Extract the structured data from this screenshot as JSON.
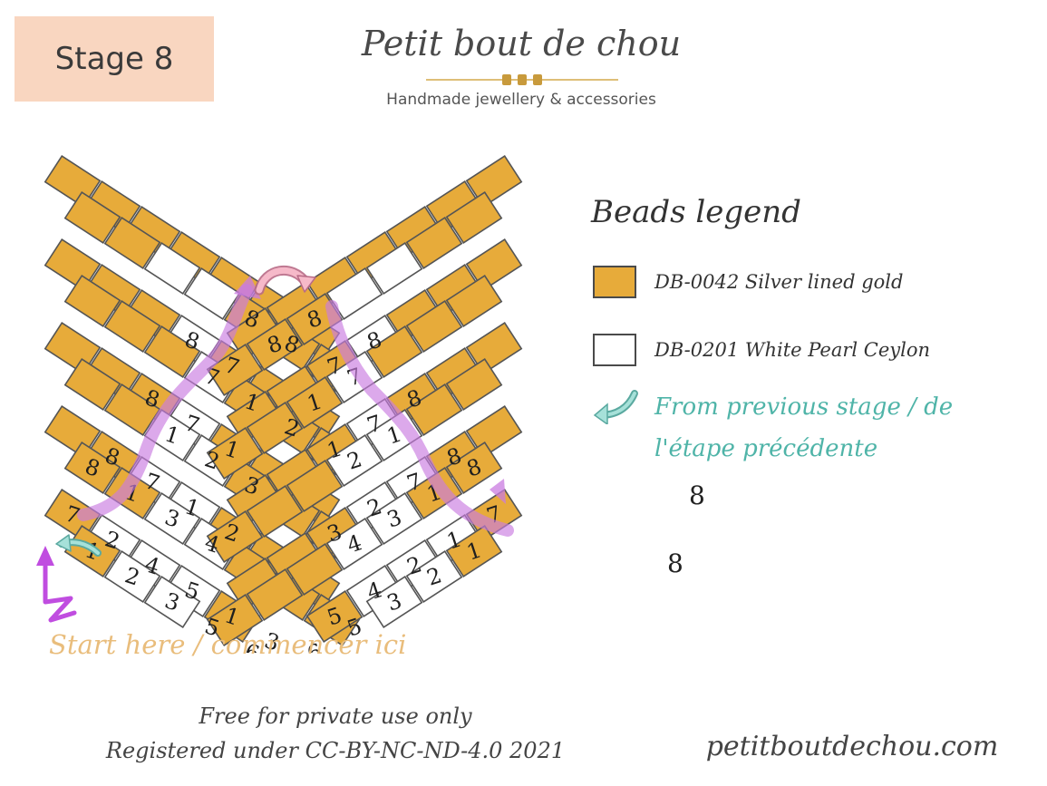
{
  "header": {
    "stage_label": "Stage 8",
    "brand_name": "Petit bout de chou",
    "brand_tagline": "Handmade jewellery & accessories"
  },
  "colors": {
    "gold": "#e7ab3a",
    "white": "#ffffff",
    "outline": "#555555",
    "path_purple": "#c97be0",
    "from_arrow": "#6cc3b8",
    "start_arrow": "#c04de0",
    "turn_arrow": "#f6b9c9",
    "accent_teal": "#4fb4a8",
    "start_text": "#e9bd7c"
  },
  "legend": {
    "title": "Beads legend",
    "items": [
      {
        "code": "DB-0042 Silver lined gold",
        "color": "#e7ab3a"
      },
      {
        "code": "DB-0201 White Pearl Ceylon",
        "color": "#ffffff"
      }
    ],
    "from_previous": "From previous stage / de l'étape précédente"
  },
  "loose_numbers": [
    "8",
    "8"
  ],
  "start_note": "Start here / commencer ici",
  "footer": {
    "line1": "Free for private use only",
    "line2": "Registered under CC-BY-NC-ND-4.0 2021",
    "website": "petitboutdechou.com"
  },
  "diagram_labels": {
    "left": [
      {
        "row": 9,
        "col": 0,
        "t": "1"
      },
      {
        "row": 9,
        "col": 1,
        "t": "2"
      },
      {
        "row": 9,
        "col": 2,
        "t": "3"
      },
      {
        "row": 9,
        "col": 3,
        "t": "5"
      },
      {
        "row": 9,
        "col": 4,
        "t": "6"
      },
      {
        "row": 8,
        "col": 0,
        "t": "7"
      },
      {
        "row": 8,
        "col": 1,
        "t": "2"
      },
      {
        "row": 8,
        "col": 2,
        "t": "4"
      },
      {
        "row": 8,
        "col": 3,
        "t": "5"
      },
      {
        "row": 8,
        "col": 4,
        "t": "1"
      },
      {
        "row": 8,
        "col": 5,
        "t": "3"
      },
      {
        "row": 7,
        "col": 0,
        "t": "8"
      },
      {
        "row": 7,
        "col": 1,
        "t": "1"
      },
      {
        "row": 7,
        "col": 2,
        "t": "3"
      },
      {
        "row": 7,
        "col": 3,
        "t": "4"
      },
      {
        "row": 6,
        "col": 1,
        "t": "8"
      },
      {
        "row": 6,
        "col": 2,
        "t": "7"
      },
      {
        "row": 6,
        "col": 3,
        "t": "1"
      },
      {
        "row": 6,
        "col": 4,
        "t": "2"
      },
      {
        "row": 5,
        "col": 2,
        "t": "1"
      },
      {
        "row": 5,
        "col": 3,
        "t": "2"
      },
      {
        "row": 5,
        "col": 4,
        "t": "3"
      },
      {
        "row": 4,
        "col": 2,
        "t": "8"
      },
      {
        "row": 4,
        "col": 3,
        "t": "7"
      },
      {
        "row": 4,
        "col": 4,
        "t": "1"
      },
      {
        "row": 3,
        "col": 3,
        "t": "7"
      },
      {
        "row": 3,
        "col": 4,
        "t": "1"
      },
      {
        "row": 3,
        "col": 5,
        "t": "2"
      },
      {
        "row": 2,
        "col": 3,
        "t": "8"
      },
      {
        "row": 2,
        "col": 4,
        "t": "7"
      },
      {
        "row": 1,
        "col": 4,
        "t": "8"
      },
      {
        "row": 1,
        "col": 5,
        "t": "8"
      }
    ],
    "right": [
      {
        "row": 9,
        "col": 0,
        "t": "1"
      },
      {
        "row": 9,
        "col": 1,
        "t": "2"
      },
      {
        "row": 9,
        "col": 2,
        "t": "3"
      },
      {
        "row": 9,
        "col": 3,
        "t": "5"
      },
      {
        "row": 9,
        "col": 4,
        "t": "6"
      },
      {
        "row": 8,
        "col": 0,
        "t": "7"
      },
      {
        "row": 8,
        "col": 1,
        "t": "1"
      },
      {
        "row": 8,
        "col": 2,
        "t": "2"
      },
      {
        "row": 8,
        "col": 3,
        "t": "4"
      },
      {
        "row": 8,
        "col": 4,
        "t": "5"
      },
      {
        "row": 7,
        "col": 0,
        "t": "8"
      },
      {
        "row": 7,
        "col": 1,
        "t": "1"
      },
      {
        "row": 7,
        "col": 2,
        "t": "3"
      },
      {
        "row": 7,
        "col": 3,
        "t": "4"
      },
      {
        "row": 6,
        "col": 1,
        "t": "8"
      },
      {
        "row": 6,
        "col": 2,
        "t": "7"
      },
      {
        "row": 6,
        "col": 3,
        "t": "2"
      },
      {
        "row": 6,
        "col": 4,
        "t": "3"
      },
      {
        "row": 5,
        "col": 2,
        "t": "1"
      },
      {
        "row": 5,
        "col": 3,
        "t": "2"
      },
      {
        "row": 4,
        "col": 2,
        "t": "8"
      },
      {
        "row": 4,
        "col": 3,
        "t": "7"
      },
      {
        "row": 4,
        "col": 4,
        "t": "1"
      },
      {
        "row": 3,
        "col": 3,
        "t": "7"
      },
      {
        "row": 3,
        "col": 4,
        "t": "1"
      },
      {
        "row": 2,
        "col": 3,
        "t": "8"
      },
      {
        "row": 2,
        "col": 4,
        "t": "7"
      },
      {
        "row": 1,
        "col": 4,
        "t": "8"
      },
      {
        "row": 1,
        "col": 5,
        "t": "8"
      }
    ]
  }
}
